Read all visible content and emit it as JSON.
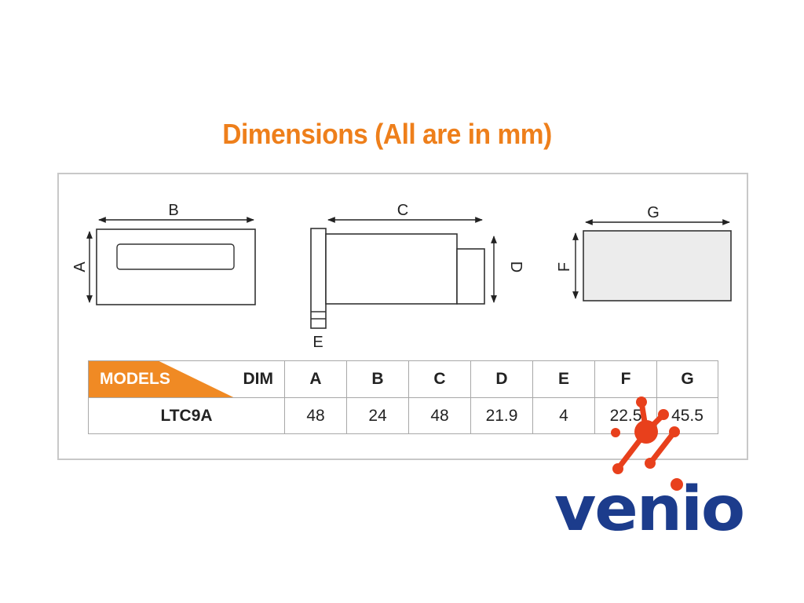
{
  "title": "Dimensions (All are in mm)",
  "drawing_labels": {
    "front_width": "B",
    "front_height": "A",
    "side_length": "C",
    "side_depth": "D",
    "side_bezel": "E",
    "cutout_width": "G",
    "cutout_height": "F"
  },
  "table": {
    "models_label": "MODELS",
    "dim_label": "DIM",
    "columns": [
      "A",
      "B",
      "C",
      "D",
      "E",
      "F",
      "G"
    ],
    "rows": [
      {
        "model": "LTC9A",
        "values": [
          "48",
          "24",
          "48",
          "21.9",
          "4",
          "22.5",
          "45.5"
        ]
      }
    ]
  },
  "logo": {
    "text": "venio"
  },
  "colors": {
    "title": "#ee7f1b",
    "models_band": "#f08a24",
    "logo_text": "#1c3c8c",
    "logo_dots": "#e8401c",
    "cutout_fill": "#ececec"
  }
}
